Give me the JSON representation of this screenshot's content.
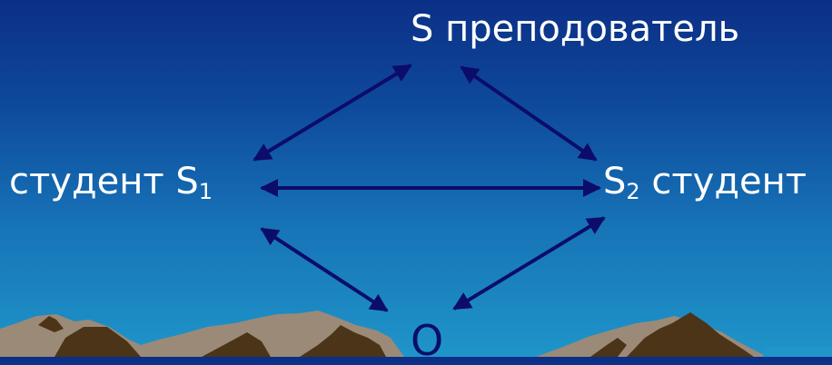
{
  "colors": {
    "sky_top": "#0b2f86",
    "sky_bottom": "#1f95c9",
    "arrow": "#0c0c6a",
    "text": "#ffffff",
    "mountain_light": "#9b8a77",
    "mountain_dark": "#4b3418"
  },
  "nodes": {
    "teacher": {
      "symbol": "S",
      "text": "преподователь"
    },
    "student1": {
      "text": "студент",
      "symbol": "S",
      "index": "1"
    },
    "student2": {
      "symbol": "S",
      "index": "2",
      "text": "студент"
    },
    "object": {
      "symbol": "O"
    }
  },
  "edges": [
    {
      "from": "teacher",
      "to": "student1",
      "direction": "both"
    },
    {
      "from": "teacher",
      "to": "student2",
      "direction": "both"
    },
    {
      "from": "student1",
      "to": "student2",
      "direction": "both"
    },
    {
      "from": "student1",
      "to": "object",
      "direction": "both"
    },
    {
      "from": "student2",
      "to": "object",
      "direction": "both"
    }
  ]
}
